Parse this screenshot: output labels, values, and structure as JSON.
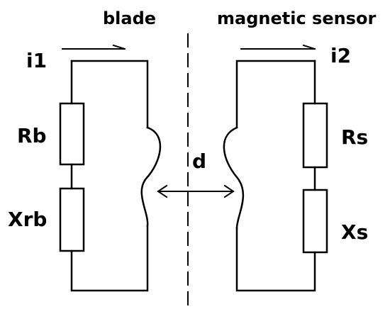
{
  "labels": {
    "blade": "blade",
    "sensor": "magnetic sensor",
    "i1": "i1",
    "i2": "i2",
    "rb": "Rb",
    "xrb": "Xrb",
    "rs": "Rs",
    "xs": "Xs",
    "d": "d"
  },
  "colors": {
    "stroke": "#000000",
    "background": "#ffffff"
  }
}
